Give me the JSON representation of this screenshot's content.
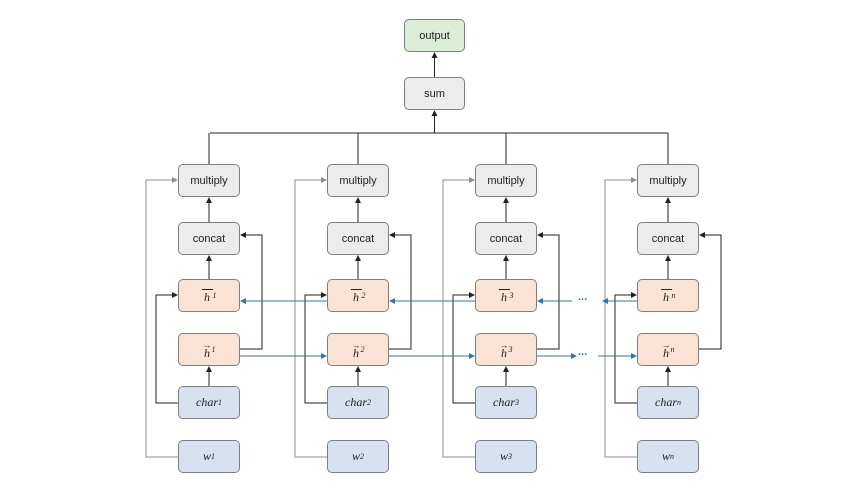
{
  "output_label": "output",
  "sum_label": "sum",
  "columns": [
    {
      "multiply": "multiply",
      "concat": "concat",
      "h_back": "h",
      "h_fwd": "h",
      "h_sub": "1",
      "char": "char",
      "char_sub": "1",
      "w": "w",
      "w_sub": "1"
    },
    {
      "multiply": "multiply",
      "concat": "concat",
      "h_back": "h",
      "h_fwd": "h",
      "h_sub": "2",
      "char": "char",
      "char_sub": "2",
      "w": "w",
      "w_sub": "2"
    },
    {
      "multiply": "multiply",
      "concat": "concat",
      "h_back": "h",
      "h_fwd": "h",
      "h_sub": "3",
      "char": "char",
      "char_sub": "3",
      "w": "w",
      "w_sub": "3"
    },
    {
      "multiply": "multiply",
      "concat": "concat",
      "h_back": "h",
      "h_fwd": "h",
      "h_sub": "n",
      "char": "char",
      "char_sub": "n",
      "w": "w",
      "w_sub": "n"
    }
  ],
  "ellipsis": "...",
  "colors": {
    "line": "#222222",
    "blue_arrow": "#2e75b6",
    "gray_arrow": "#8c8c8c"
  }
}
